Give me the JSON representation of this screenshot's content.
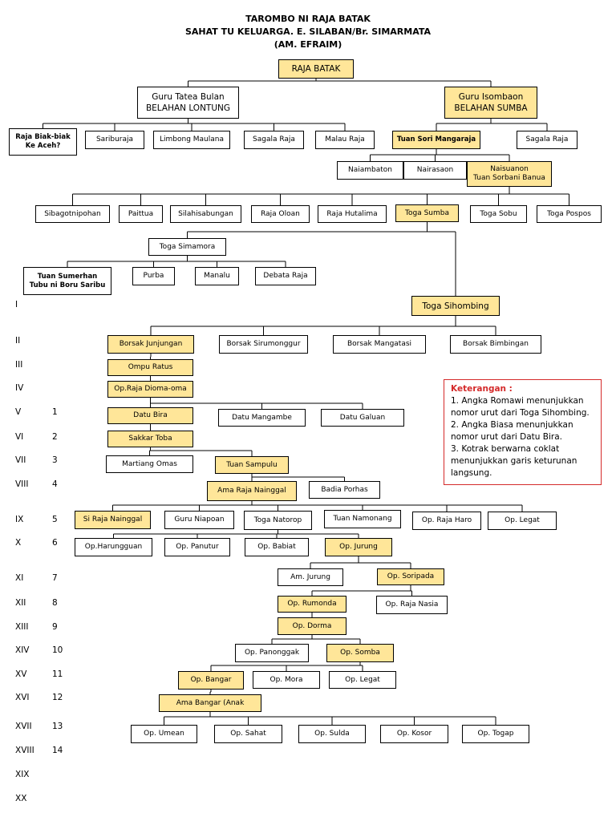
{
  "title": {
    "line1": "TAROMBO NI RAJA BATAK",
    "line2": "SAHAT TU KELUARGA. E. SILABAN/Br. SIMARMATA",
    "line3": "(AM. EFRAIM)"
  },
  "colors": {
    "lineage_highlight": "#ffe699",
    "legend_border": "#d42a2a"
  },
  "nodes": {
    "raja_batak": "RAJA BATAK",
    "guru_tatea": "Guru Tatea Bulan\nBELAHAN LONTUNG",
    "guru_isombaon": "Guru Isombaon\nBELAHAN SUMBA",
    "raja_biak": "Raja Biak-biak\nKe Aceh?",
    "sariburaja": "Sariburaja",
    "limbong": "Limbong Maulana",
    "sagala1": "Sagala Raja",
    "malau": "Malau Raja",
    "tuan_sori": "Tuan Sori Mangaraja",
    "sagala2": "Sagala Raja",
    "naiambaton": "Naiambaton",
    "nairasaon": "Nairasaon",
    "naisuanon": "Naisuanon\nTuan Sorbani Banua",
    "sibagot": "Sibagotnipohan",
    "paittua": "Paittua",
    "silahi": "Silahisabungan",
    "raja_oloan": "Raja Oloan",
    "raja_hutalima": "Raja Hutalima",
    "toga_sumba": "Toga Sumba",
    "toga_sobu": "Toga Sobu",
    "toga_pospos": "Toga Pospos",
    "toga_simamora": "Toga Simamora",
    "tuan_sumerhan": "Tuan Sumerhan\nTubu ni Boru Saribu",
    "purba": "Purba",
    "manalu": "Manalu",
    "debata_raja": "Debata Raja",
    "toga_sihombing": "Toga Sihombing",
    "borsak_junjungan": "Borsak Junjungan",
    "borsak_sirumonggur": "Borsak Sirumonggur",
    "borsak_mangatasi": "Borsak Mangatasi",
    "borsak_bimbingan": "Borsak Bimbingan",
    "ompu_ratus": "Ompu Ratus",
    "op_raja_dioma": "Op.Raja Dioma-oma",
    "datu_bira": "Datu Bira",
    "datu_mangambe": "Datu Mangambe",
    "datu_galuan": "Datu Galuan",
    "sakkar_toba": "Sakkar Toba",
    "martiang": "Martiang Omas",
    "tuan_sampulu": "Tuan Sampulu",
    "ama_raja_nainggal": "Ama Raja Nainggal",
    "badia_porhas": "Badia Porhas",
    "si_raja_nainggal": "Si Raja Nainggal",
    "guru_niapoan": "Guru Niapoan",
    "toga_natorop": "Toga Natorop",
    "tuan_namonang": "Tuan Namonang",
    "op_raja_haro": "Op. Raja Haro",
    "op_legat1": "Op. Legat",
    "op_harungguan": "Op.Harungguan",
    "op_panutur": "Op. Panutur",
    "op_babiat": "Op. Babiat",
    "op_jurung": "Op. Jurung",
    "am_jurung": "Am. Jurung",
    "op_soripada": "Op. Soripada",
    "op_rumonda": "Op. Rumonda",
    "op_raja_nasia": "Op. Raja Nasia",
    "op_dorma": "Op. Dorma",
    "op_panonggak": "Op. Panonggak",
    "op_somba": "Op. Somba",
    "op_bangar": "Op. Bangar",
    "op_mora": "Op. Mora",
    "op_legat2": "Op. Legat",
    "ama_bangar": "Ama Bangar (Anak",
    "op_umean": "Op. Umean",
    "op_sahat": "Op. Sahat",
    "op_sulda": "Op. Sulda",
    "op_kosor": "Op. Kosor",
    "op_togap": "Op. Togap"
  },
  "generations": {
    "roman": [
      "I",
      "II",
      "III",
      "IV",
      "V",
      "VI",
      "VII",
      "VIII",
      "IX",
      "X",
      "XI",
      "XII",
      "XIII",
      "XIV",
      "XV",
      "XVI",
      "XVII",
      "XVIII",
      "XIX",
      "XX"
    ],
    "arabic": [
      "1",
      "2",
      "3",
      "4",
      "5",
      "6",
      "7",
      "8",
      "9",
      "10",
      "11",
      "12",
      "13",
      "14"
    ]
  },
  "legend": {
    "title": "Keterangan :",
    "item1": "1. Angka Romawi menunjukkan nomor urut dari Toga Sihombing.",
    "item2": "2. Angka Biasa menunjukkan nomor urut dari Datu Bira.",
    "item3": "3. Kotrak berwarna coklat menunjukkan garis keturunan langsung."
  }
}
